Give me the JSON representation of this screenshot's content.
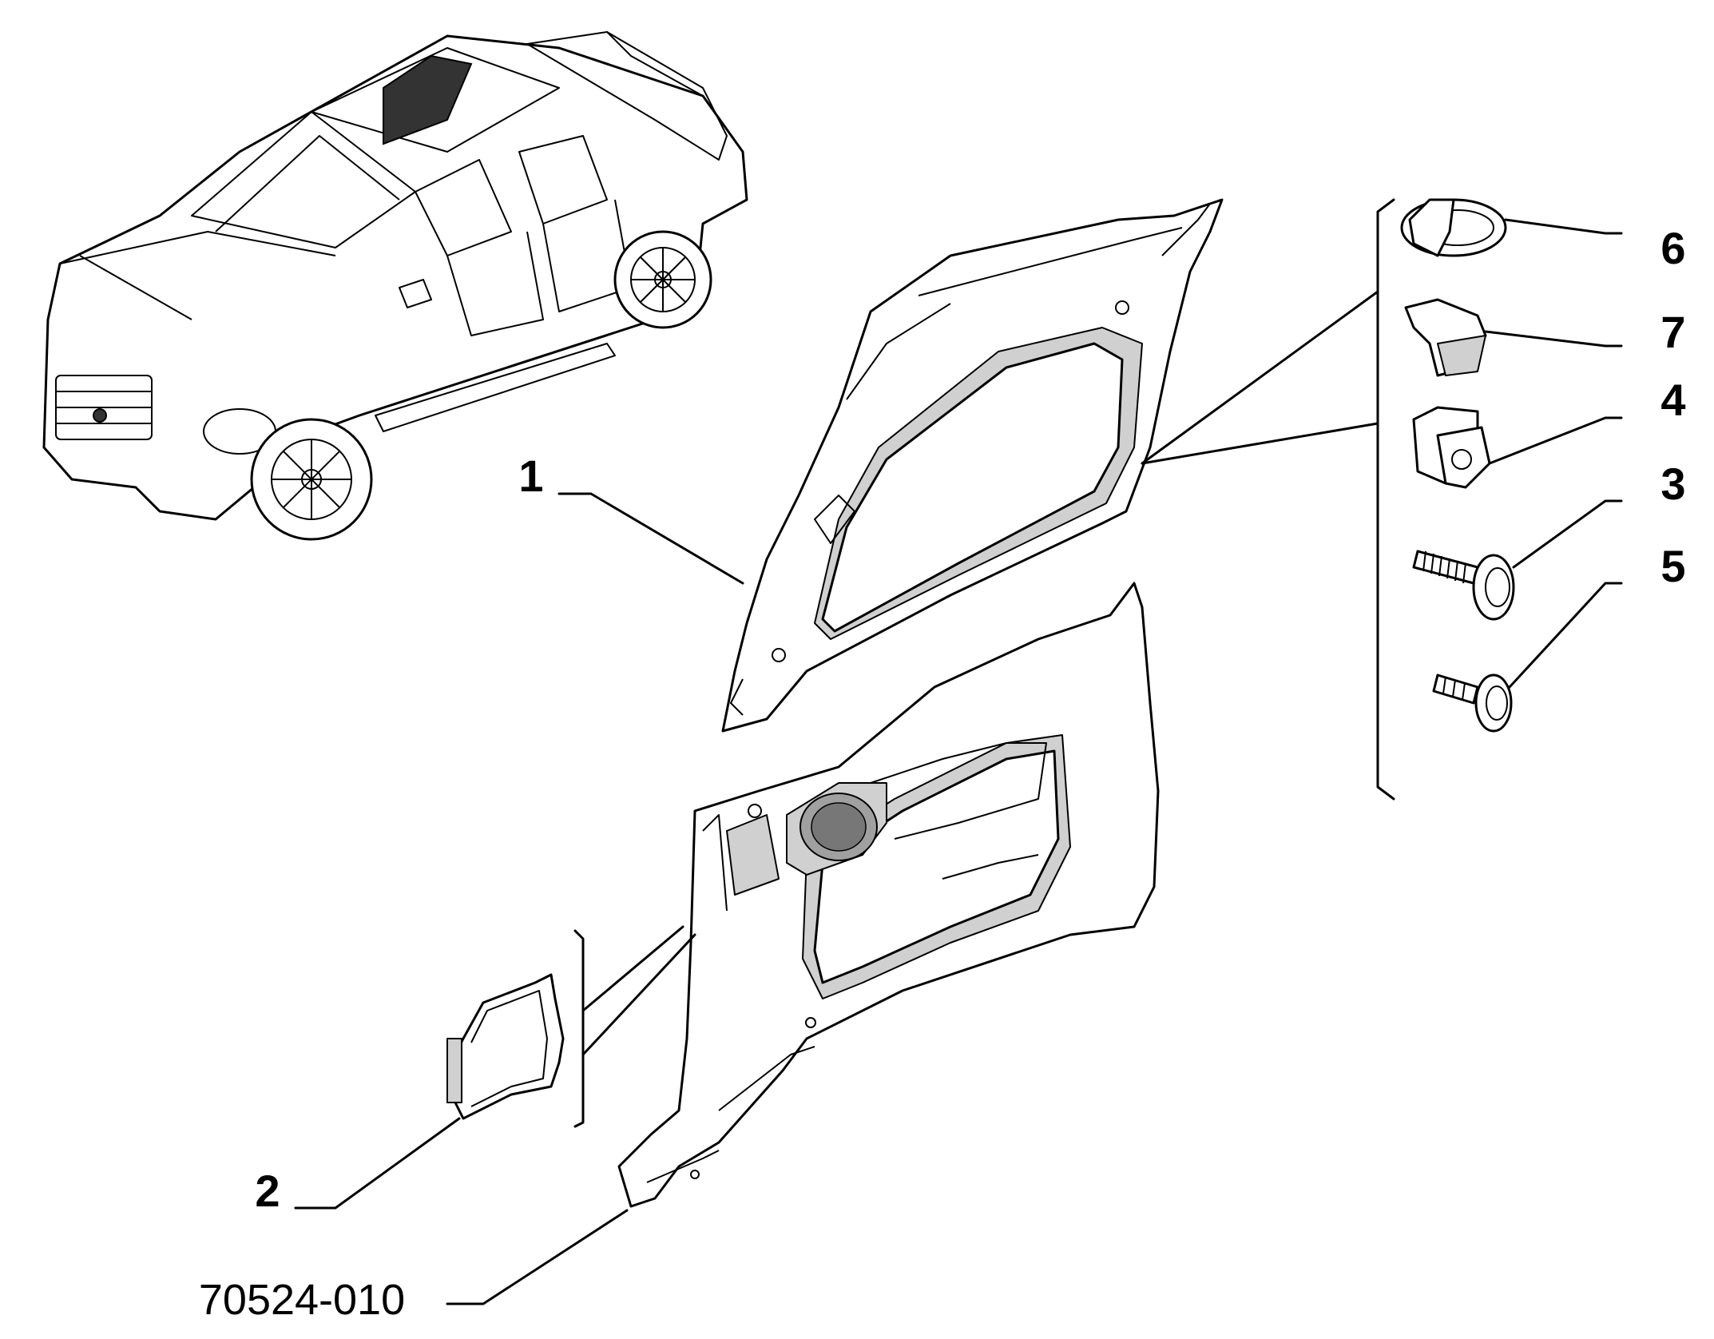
{
  "diagram": {
    "drawing_code": "70524-010",
    "callouts": [
      {
        "id": "1",
        "label": "1"
      },
      {
        "id": "2",
        "label": "2"
      },
      {
        "id": "3",
        "label": "3"
      },
      {
        "id": "4",
        "label": "4"
      },
      {
        "id": "5",
        "label": "5"
      },
      {
        "id": "6",
        "label": "6"
      },
      {
        "id": "7",
        "label": "7"
      }
    ]
  }
}
